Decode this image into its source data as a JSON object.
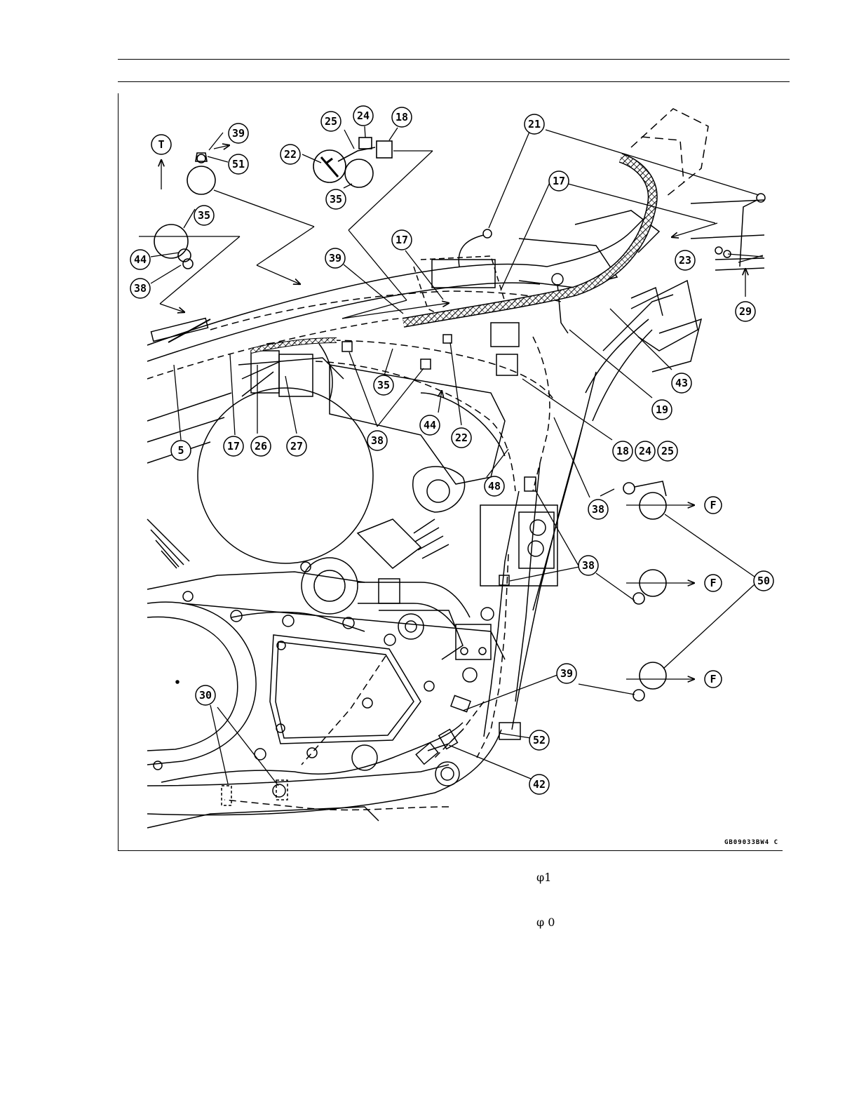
{
  "figure_ref": "GB09033BW4 C",
  "direction_labels": {
    "top": "T",
    "front": "F"
  },
  "callouts": {
    "c39a": "39",
    "c51": "51",
    "c35a": "35",
    "c44a": "44",
    "c38a": "38",
    "c25": "25",
    "c24": "24",
    "c18": "18",
    "c22a": "22",
    "c35b": "35",
    "c21": "21",
    "c17a": "17",
    "c17b": "17",
    "c39b": "39",
    "c23": "23",
    "c29": "29",
    "c43": "43",
    "c19": "19",
    "c5": "5",
    "c17c": "17",
    "c26": "26",
    "c27": "27",
    "c35c": "35",
    "c44b": "44",
    "c38b": "38",
    "c22b": "22",
    "c18b": "18",
    "c24b": "24",
    "c25b": "25",
    "c48": "48",
    "c38c": "38",
    "c38d": "38",
    "c50": "50",
    "c39c": "39",
    "c52": "52",
    "c42": "42",
    "c30": "30"
  },
  "notes": {
    "n1": "φ1",
    "n2": "φ 0"
  }
}
